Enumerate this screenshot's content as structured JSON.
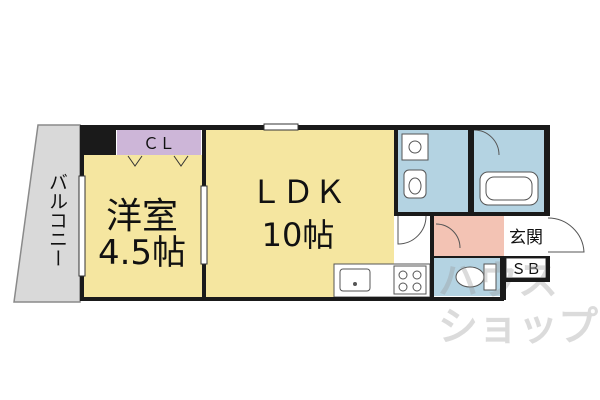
{
  "rooms": {
    "balcony": "バルコニー",
    "closet": "ＣＬ",
    "western_room_name": "洋室",
    "western_room_size": "4.5帖",
    "ldk_name": "ＬＤＫ",
    "ldk_size": "10帖",
    "entrance": "玄関",
    "shoe_box": "ＳＢ"
  },
  "watermark": "ハウスショップ",
  "colors": {
    "balcony": "#d9d9d9",
    "room": "#f5e6a0",
    "closet": "#cdb6d8",
    "wet": "#b4d3e2",
    "entrance": "#f3c3b4",
    "wall": "#1a1a1a"
  }
}
